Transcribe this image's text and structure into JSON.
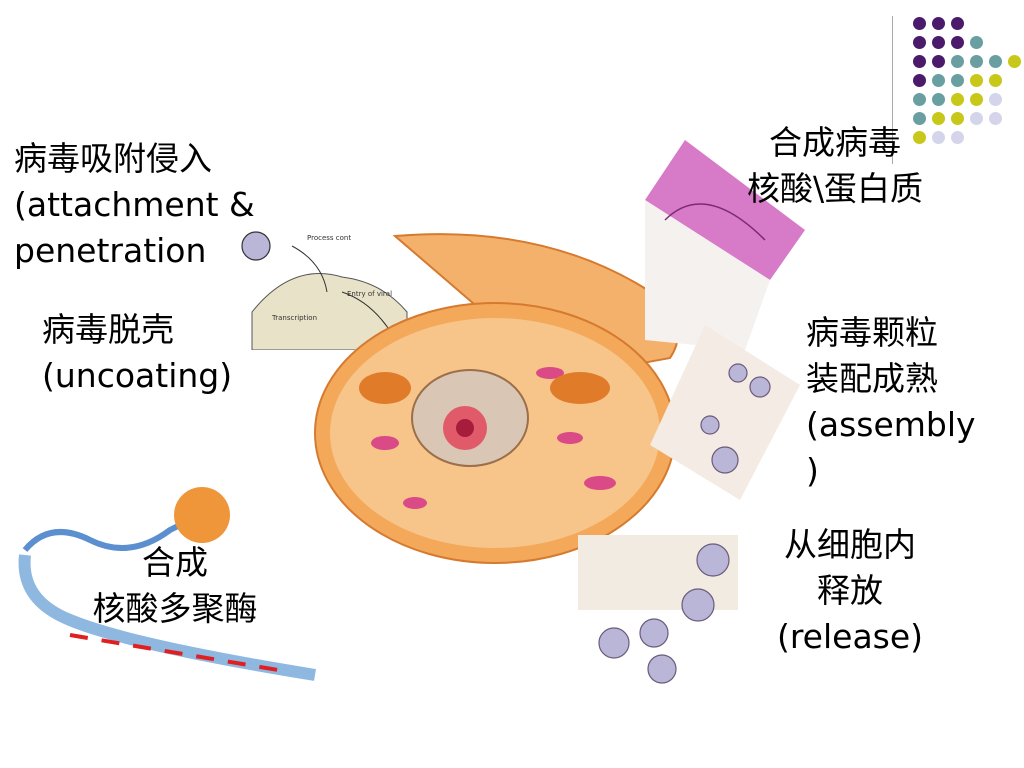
{
  "labels": {
    "attachment": {
      "line1": "病毒吸附侵入",
      "line2": "(attachment &",
      "line3": "penetration"
    },
    "uncoating": {
      "line1": "病毒脱壳",
      "line2": "(uncoating)"
    },
    "synth_protein": {
      "line1": "合成病毒",
      "line2": "核酸\\蛋白质"
    },
    "assembly": {
      "line1": "病毒颗粒",
      "line2": "装配成熟",
      "line3": "(assembly",
      "line4": ")"
    },
    "release": {
      "line1": "从细胞内",
      "line2": "释放",
      "line3": "(release)"
    },
    "polymerase": {
      "line1": "合成",
      "line2": "核酸多聚酶"
    }
  },
  "colors": {
    "dot_purple": "#4b1a6b",
    "dot_teal": "#6a9fa1",
    "dot_yellow": "#c8c81a",
    "dot_lavender": "#d4d4ea",
    "cell_orange": "#f0a255"
  }
}
